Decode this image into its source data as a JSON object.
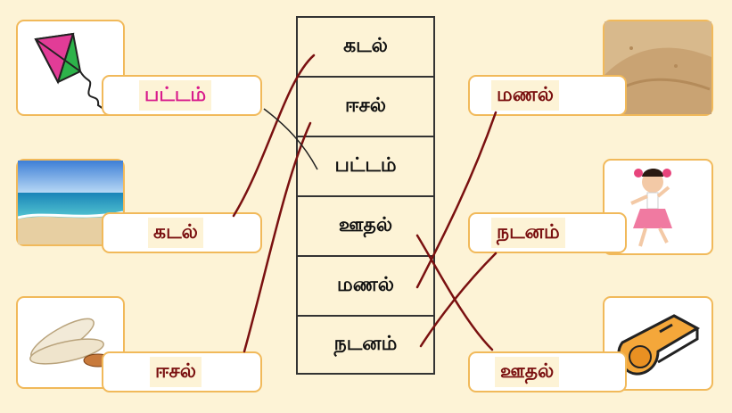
{
  "left_items": [
    {
      "name": "kite",
      "word": "பட்டம்",
      "color": "#d81b8c"
    },
    {
      "name": "sea",
      "word": "கடல்",
      "color": "#7a1010"
    },
    {
      "name": "termite",
      "word": "ஈசல்",
      "color": "#7a1010"
    }
  ],
  "middle_words": [
    "கடல்",
    "ஈசல்",
    "பட்டம்",
    "ஊதல்",
    "மணல்",
    "நடனம்"
  ],
  "right_items": [
    {
      "name": "sand",
      "word": "மணல்",
      "color": "#7a1010"
    },
    {
      "name": "dancing-girl",
      "word": "நடனம்",
      "color": "#7a1010"
    },
    {
      "name": "whistle",
      "word": "ஊதல்",
      "color": "#7a1010"
    }
  ],
  "colors": {
    "background": "#fdf3d6",
    "border": "#f1b95a",
    "line": "#7a1010"
  }
}
